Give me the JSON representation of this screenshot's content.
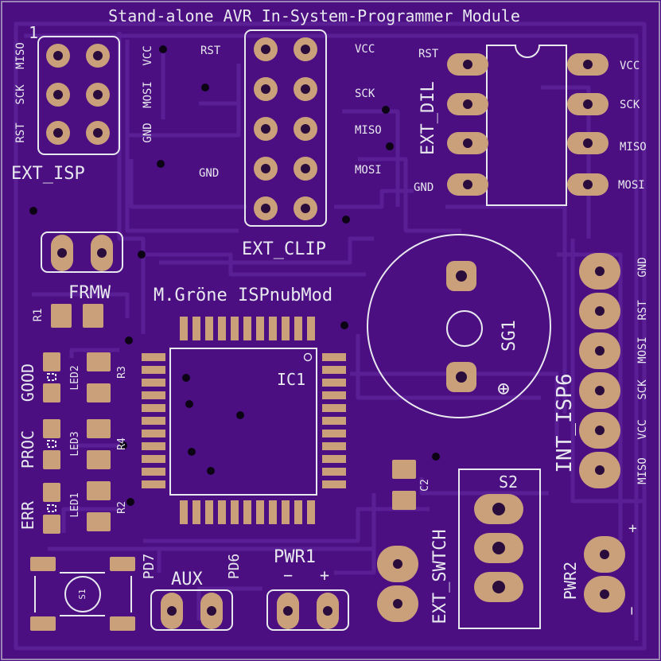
{
  "title": "Stand-alone AVR In-System-Programmer Module",
  "author": "M.Gröne ISPnubMod",
  "colors": {
    "board": "#4b0f82",
    "trace": "#581c93",
    "copper": "#caa07a",
    "silk": "#e8e8ef"
  },
  "parts": {
    "ext_isp": {
      "name": "EXT_ISP",
      "pin1": "1",
      "top": [
        "MISO",
        "VCC"
      ],
      "mid": [
        "SCK",
        "MOSI"
      ],
      "bot": [
        "RST",
        "GND"
      ]
    },
    "ext_clip": {
      "name": "EXT_CLIP",
      "left": [
        "RST",
        "GND"
      ],
      "right": [
        "VCC",
        "SCK",
        "MISO",
        "MOSI"
      ]
    },
    "ext_dil": {
      "name": "EXT_DIL",
      "left": [
        "RST",
        "GND"
      ],
      "right": [
        "VCC",
        "SCK",
        "MISO",
        "MOSI"
      ]
    },
    "frmw": "FRMW",
    "r1": "R1",
    "r2": "R2",
    "r3": "R3",
    "r4": "R4",
    "led1": "LED1",
    "led2": "LED2",
    "led3": "LED3",
    "good": "GOOD",
    "proc": "PROC",
    "err": "ERR",
    "ic1": "IC1",
    "sg1": "SG1",
    "sg1_plus": "⊕",
    "int_isp6": {
      "name": "INT_ISP6",
      "pins": [
        "GND",
        "RST",
        "MOSI",
        "SCK",
        "VCC",
        "MISO"
      ]
    },
    "c2": "C2",
    "s1": "S1",
    "s2": "S2",
    "aux": {
      "name": "AUX",
      "pd7": "PD7",
      "pd6": "PD6"
    },
    "pwr1": {
      "name": "PWR1",
      "minus": "−",
      "plus": "+"
    },
    "ext_swtch": "EXT_SWTCH",
    "pwr2": {
      "name": "PWR2",
      "plus": "+",
      "minus": "−"
    }
  }
}
